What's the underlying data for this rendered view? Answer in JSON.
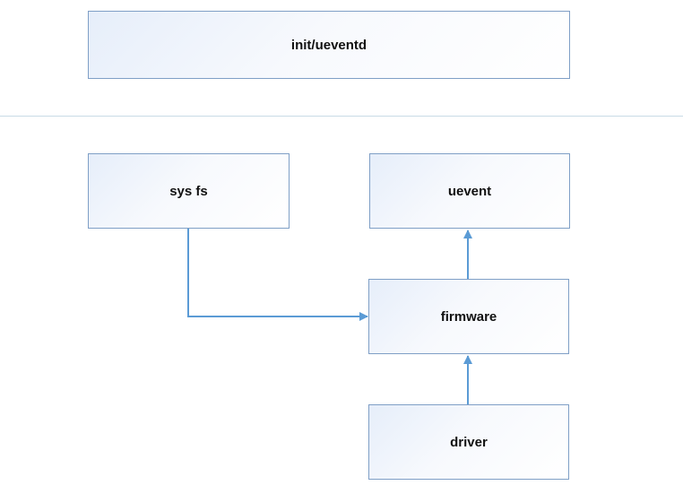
{
  "diagram": {
    "nodes": {
      "init": "init/ueventd",
      "sysfs": "sys fs",
      "uevent": "uevent",
      "firmware": "firmware",
      "driver": "driver"
    },
    "edges": [
      {
        "from": "sys fs",
        "to": "firmware"
      },
      {
        "from": "firmware",
        "to": "uevent"
      },
      {
        "from": "driver",
        "to": "firmware"
      }
    ]
  },
  "colors": {
    "connector": "#5b9bd5",
    "node_border": "#7f9fc6",
    "separator": "#c9dbe6"
  }
}
